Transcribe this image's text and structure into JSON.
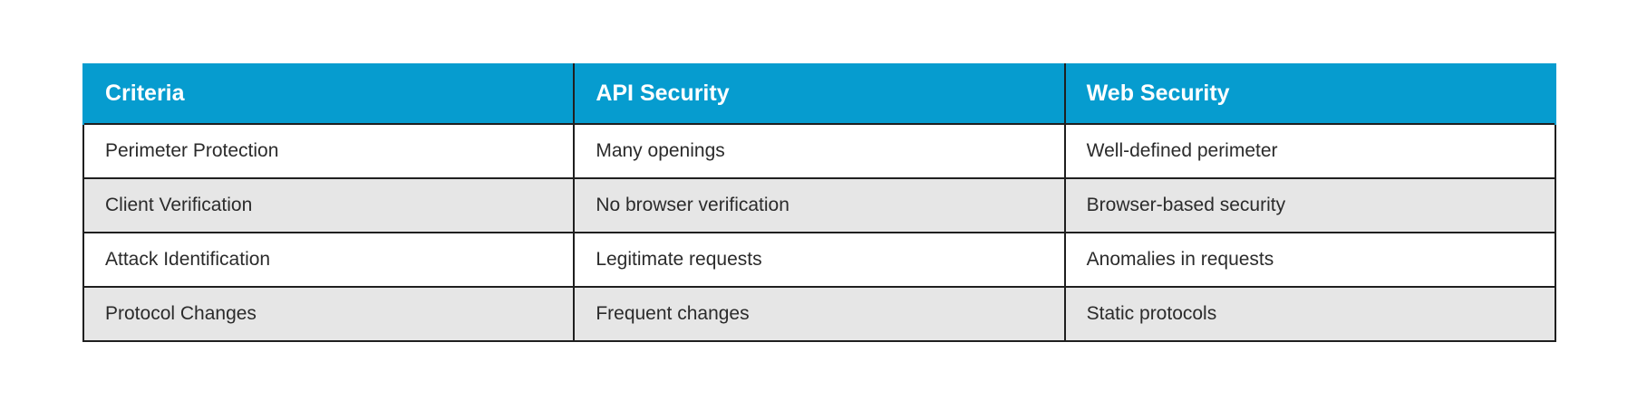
{
  "table": {
    "headers": [
      "Criteria",
      "API Security",
      "Web Security"
    ],
    "rows": [
      [
        "Perimeter Protection",
        "Many openings",
        "Well-defined perimeter"
      ],
      [
        "Client Verification",
        "No browser verification",
        "Browser-based security"
      ],
      [
        "Attack Identification",
        "Legitimate requests",
        "Anomalies in requests"
      ],
      [
        "Protocol Changes",
        "Frequent changes",
        "Static protocols"
      ]
    ]
  },
  "colors": {
    "header_background": "#069ccf",
    "header_text": "#ffffff",
    "row_alt_background": "#e6e6e6",
    "border": "#1f1f1f"
  }
}
